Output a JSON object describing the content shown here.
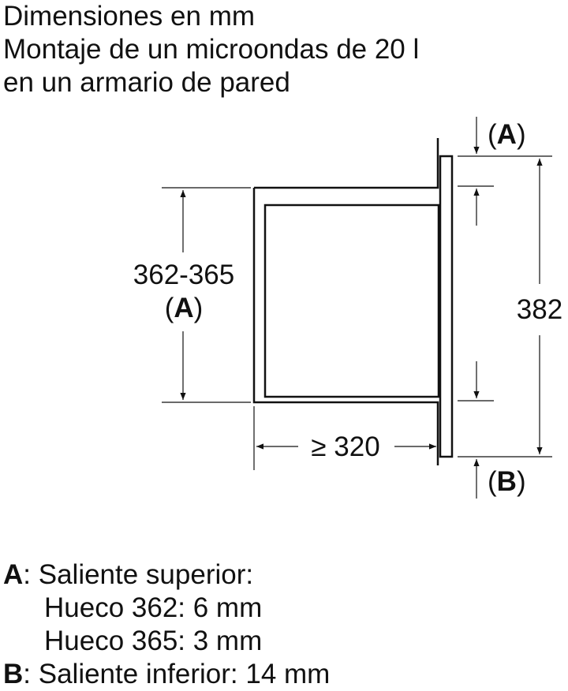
{
  "title": {
    "line1": "Dimensiones en mm",
    "line2": "Montaje de un microondas de 20 l",
    "line3": "en un armario de pared"
  },
  "dimensions": {
    "height_range": "362-365",
    "height_ref": "A",
    "depth": "≥ 320",
    "total_height": "382",
    "top_ref": "A",
    "bottom_ref": "B"
  },
  "legend": {
    "a_key": "A",
    "a_title": ": Saliente superior:",
    "a_line1": "Hueco 362: 6 mm",
    "a_line2": "Hueco 365: 3 mm",
    "b_key": "B",
    "b_text": ": Saliente inferior: 14 mm"
  }
}
